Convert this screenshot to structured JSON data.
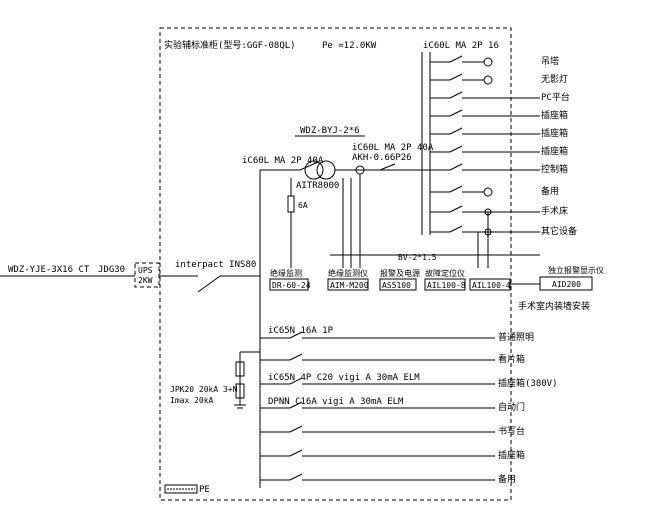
{
  "panel": {
    "title": "实验辅标准柜(型号:GGF-08QL)",
    "power": "Pe =12.0KW",
    "pe_label": "PE"
  },
  "incoming": {
    "cable": "WDZ-YJE-3X16 CT",
    "switch": "JDG30",
    "ups_line1": "UPS",
    "ups_line2": "2KW"
  },
  "main_switch": "interpact INS80",
  "upper": {
    "feed_cable": "WDZ-BYJ-2*6",
    "breaker_main": "iC60L MA 2P 40A",
    "transformer": "AITR8000",
    "fuse": "6A",
    "breaker_upper": "iC60L MA 2P 40A",
    "monitor": "AKH-0.66P26",
    "breaker_group": "iC60L MA 2P 16",
    "bus_cable": "BV-2*1.5",
    "modules": [
      {
        "label": "绝缘监测",
        "model": "DR-60-24"
      },
      {
        "label": "绝缘监测仪",
        "model": "AIM-M200"
      },
      {
        "label": "报警及电源",
        "model": "AS5100"
      },
      {
        "label": "故障定位仪",
        "model": "AIL100-8"
      },
      {
        "label": "",
        "model": "AIL100-4"
      }
    ],
    "alarm_display_label": "独立报警显示仪",
    "alarm_display_model": "AID200",
    "alarm_note": "手术室内装墙安装"
  },
  "outputs_upper": [
    "吊塔",
    "无影灯",
    "PC平台",
    "插座箱",
    "插座箱",
    "插座箱",
    "控制箱",
    "备用",
    "手术床",
    "其它设备"
  ],
  "lower": {
    "breaker1": "iC65N 16A 1P",
    "breaker2": "iC65N 4P C20 vigi A 30mA ELM",
    "breaker3": "DPNN C16A vigi A 30mA ELM",
    "spd_line1": "JPK20 20kA 3+N",
    "spd_line2": "Imax 20kA"
  },
  "outputs_lower": [
    "普通照明",
    "看片箱",
    "插座箱(380V)",
    "自动门",
    "书写台",
    "插座箱",
    "备用"
  ]
}
